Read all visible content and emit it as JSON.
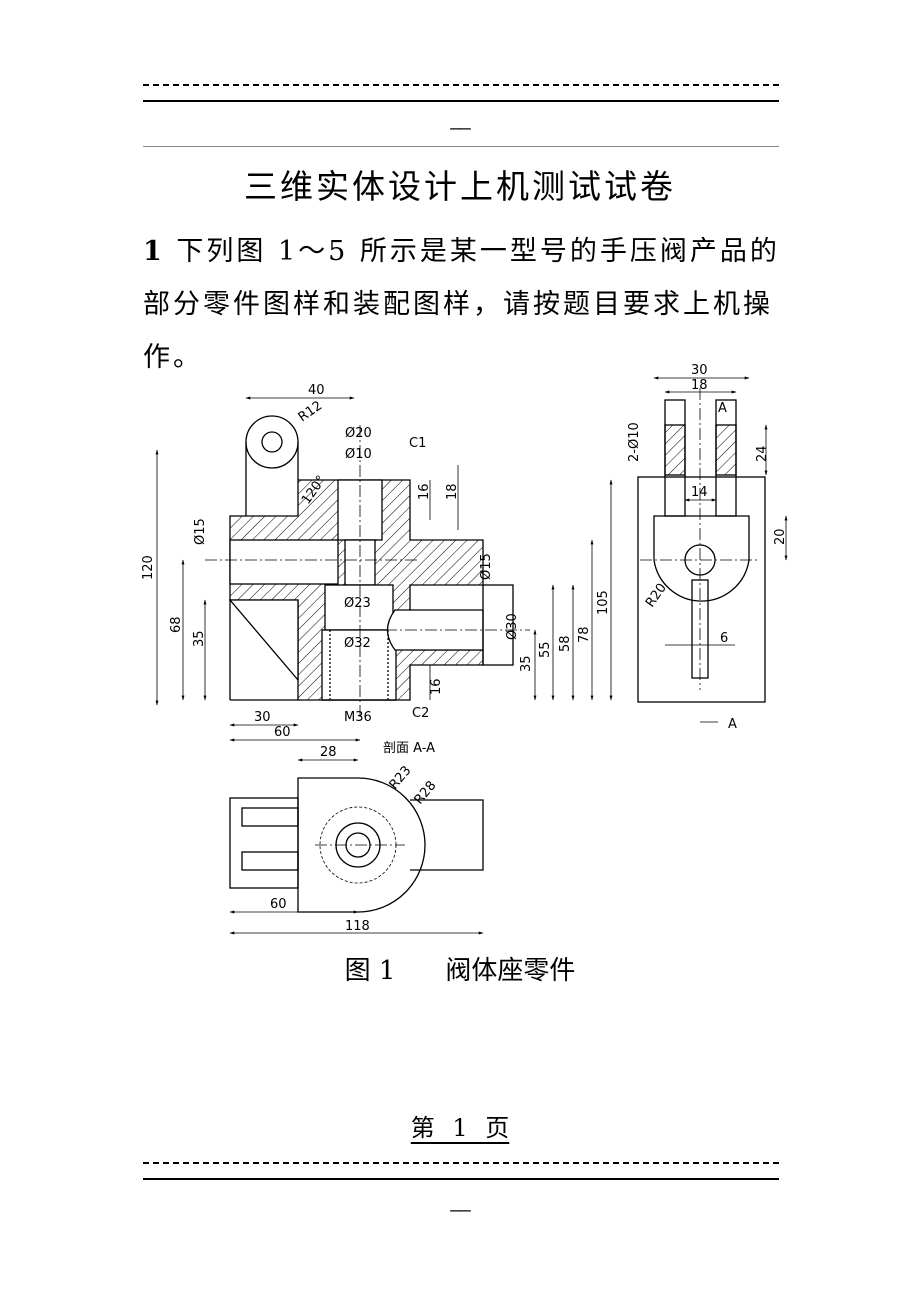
{
  "header": {
    "mark": "——"
  },
  "title": "三维实体设计上机测试试卷",
  "question": {
    "number": "1",
    "text": " 下列图 1～5 所示是某一型号的手压阀产品的部分零件图样和装配图样，请按题目要求上机操作。"
  },
  "drawing": {
    "section_label": "剖面 A-A",
    "view_marker": "A",
    "front_dims": [
      "40",
      "R12",
      "Ø20",
      "Ø10",
      "C1",
      "120°",
      "16",
      "18",
      "Ø15",
      "120",
      "68",
      "35",
      "Ø23",
      "Ø32",
      "Ø15",
      "Ø30",
      "35",
      "55",
      "58",
      "78",
      "105",
      "16",
      "C2",
      "30",
      "60",
      "M36"
    ],
    "side_dims": [
      "30",
      "18",
      "2-Ø10",
      "24",
      "14",
      "20",
      "R20",
      "6"
    ],
    "top_dims": [
      "28",
      "R23",
      "R28",
      "60",
      "118"
    ]
  },
  "caption": {
    "figure": "图 1",
    "name": "阀体座零件"
  },
  "footer": {
    "page": "第 1 页",
    "mark": "——"
  }
}
